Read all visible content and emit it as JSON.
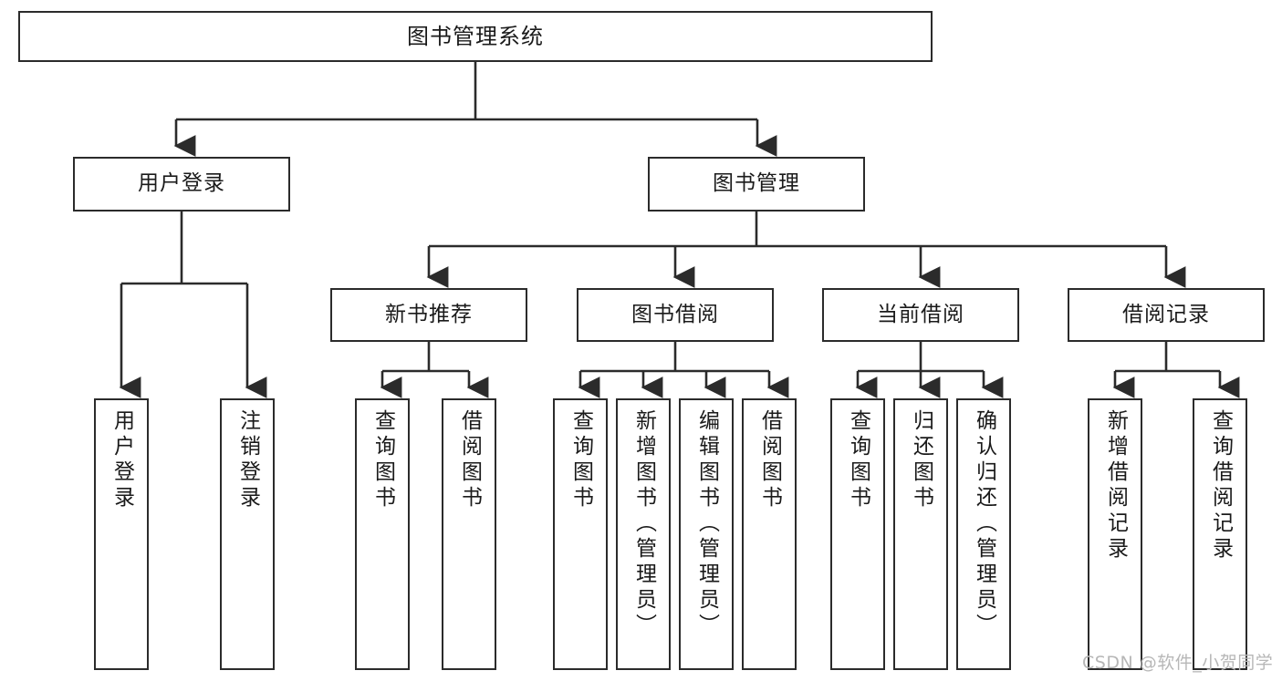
{
  "diagram": {
    "title": "图书管理系统",
    "type": "hierarchy-tree",
    "root": {
      "id": "root",
      "label": "图书管理系统",
      "orientation": "horizontal"
    },
    "level2": [
      {
        "id": "user-login",
        "label": "用户登录",
        "orientation": "horizontal"
      },
      {
        "id": "book-manage",
        "label": "图书管理",
        "orientation": "horizontal"
      }
    ],
    "level3": [
      {
        "id": "new-book-recommend",
        "label": "新书推荐",
        "orientation": "horizontal",
        "parent": "book-manage"
      },
      {
        "id": "book-borrow",
        "label": "图书借阅",
        "orientation": "horizontal",
        "parent": "book-manage"
      },
      {
        "id": "current-borrow",
        "label": "当前借阅",
        "orientation": "horizontal",
        "parent": "book-manage"
      },
      {
        "id": "borrow-record",
        "label": "借阅记录",
        "orientation": "horizontal",
        "parent": "book-manage"
      }
    ],
    "leaves": [
      {
        "id": "leaf-user-login",
        "label": "用户登录",
        "orientation": "vertical",
        "parent": "user-login"
      },
      {
        "id": "leaf-user-logout",
        "label": "注销登录",
        "orientation": "vertical",
        "parent": "user-login"
      },
      {
        "id": "leaf-query-book-1",
        "label": "查询图书",
        "orientation": "vertical",
        "parent": "new-book-recommend"
      },
      {
        "id": "leaf-borrow-book-1",
        "label": "借阅图书",
        "orientation": "vertical",
        "parent": "new-book-recommend"
      },
      {
        "id": "leaf-query-book-2",
        "label": "查询图书",
        "orientation": "vertical",
        "parent": "book-borrow"
      },
      {
        "id": "leaf-add-book",
        "label": "新增图书（管理员）",
        "orientation": "vertical",
        "parent": "book-borrow"
      },
      {
        "id": "leaf-edit-book",
        "label": "编辑图书（管理员）",
        "orientation": "vertical",
        "parent": "book-borrow"
      },
      {
        "id": "leaf-borrow-book-2",
        "label": "借阅图书",
        "orientation": "vertical",
        "parent": "book-borrow"
      },
      {
        "id": "leaf-query-book-3",
        "label": "查询图书",
        "orientation": "vertical",
        "parent": "current-borrow"
      },
      {
        "id": "leaf-return-book",
        "label": "归还图书",
        "orientation": "vertical",
        "parent": "current-borrow"
      },
      {
        "id": "leaf-confirm-return",
        "label": "确认归还（管理员）",
        "orientation": "vertical",
        "parent": "current-borrow"
      },
      {
        "id": "leaf-add-record",
        "label": "新增借阅记录",
        "orientation": "vertical",
        "parent": "borrow-record"
      },
      {
        "id": "leaf-query-record",
        "label": "查询借阅记录",
        "orientation": "vertical",
        "parent": "borrow-record"
      }
    ]
  },
  "watermark": {
    "text": "CSDN @软件_小贺同学"
  },
  "colors": {
    "stroke": "#2b2b2b",
    "background": "#ffffff",
    "text": "#1a1a1a",
    "watermark": "#b7b7b7"
  }
}
